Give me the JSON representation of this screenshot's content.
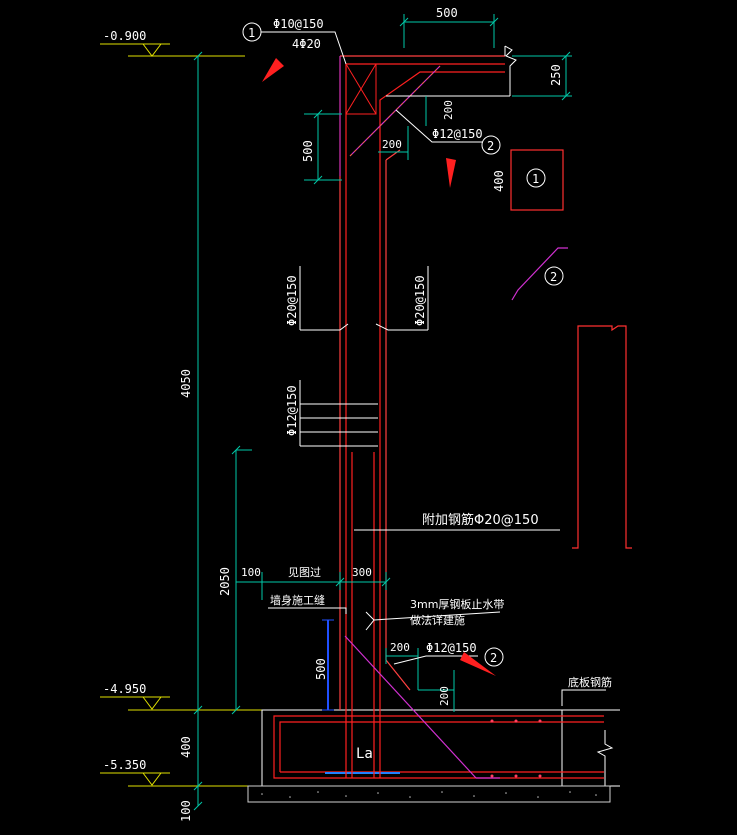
{
  "colors": {
    "background": "#000000",
    "rebar": "#ff2020",
    "wall_outline": "#ff4040",
    "dimension": "#00c8a8",
    "leader": "#ffffff",
    "level_mark": "#e0e000",
    "bent_bar": "#d030d0",
    "arrow": "#ff2020",
    "waterstop": "#2050ff",
    "concrete": "#d0d0d0"
  },
  "levels": {
    "top": "-0.900",
    "slab_top": "-4.950",
    "slab_bottom": "-5.350"
  },
  "dimensions": {
    "corner_width": "500",
    "corner_height": "250",
    "haunch_top_h": "200",
    "haunch_top_w": "200",
    "lap_top": "500",
    "corner_bar_box": "400",
    "total_height": "4050",
    "lower_height": "2050",
    "offset_left": "100",
    "wall_thickness": "300",
    "waterstop_height": "500",
    "haunch_bot_w": "200",
    "haunch_bot_h": "200",
    "slab_thickness": "400",
    "cushion": "100"
  },
  "labels": {
    "tie_bar": "Φ10@150",
    "top_bars": "4Φ20",
    "corner_bar_top": "Φ12@150",
    "wall_bar_left": "Φ20@150",
    "wall_bar_right": "Φ20@150",
    "dist_bar": "Φ12@150",
    "additional_bar": "附加钢筋Φ20@150",
    "see_drawing": "见图过",
    "construction_joint": "墙身施工缝",
    "waterstop": "3mm厚钢板止水带",
    "waterstop_detail": "做法详建施",
    "corner_bar_bottom": "Φ12@150",
    "bottom_bar": "底板钢筋",
    "lap": "La",
    "callout_1": "1",
    "callout_2": "2",
    "detail_1_size": "400"
  }
}
